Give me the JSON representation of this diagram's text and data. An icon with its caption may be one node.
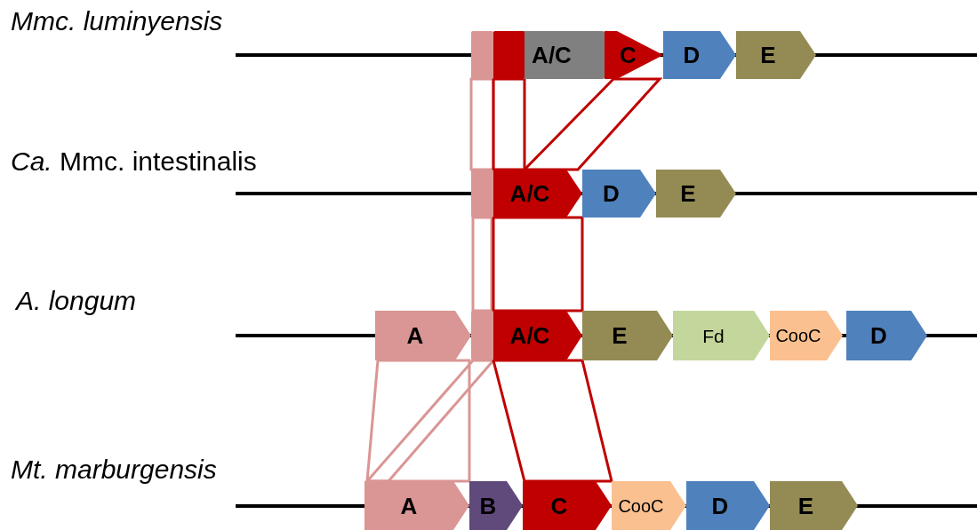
{
  "diagram": {
    "nodes": [
      {
        "text": [],
        "shape": "bar"
      },
      {
        "text": [
          "A/C"
        ]
      },
      {
        "text": [
          "C"
        ]
      },
      {
        "text": [
          "D"
        ]
      },
      {
        "text": [
          "E"
        ]
      },
      {
        "text": [],
        "shape": "bar"
      },
      {
        "text": [
          "A/C"
        ]
      },
      {
        "text": [
          "D"
        ]
      },
      {
        "text": [
          "E"
        ]
      },
      {
        "text": [
          "A"
        ]
      },
      {
        "text": [],
        "shape": "bar"
      },
      {
        "text": [
          "A/C"
        ]
      },
      {
        "text": [
          "E"
        ]
      },
      {
        "text": [
          "Fd"
        ]
      },
      {
        "text": [
          "CooC"
        ]
      },
      {
        "text": [
          "D"
        ]
      },
      {
        "text": [
          "A"
        ]
      },
      {
        "text": [
          "B"
        ]
      },
      {
        "text": [
          "C"
        ]
      },
      {
        "text": [
          "CooC"
        ]
      },
      {
        "text": [
          "D"
        ]
      },
      {
        "text": [
          "E"
        ]
      }
    ],
    "edges": [
      {
        "from": 0,
        "to": 5,
        "arrow": "none",
        "color": "#d99694"
      },
      {
        "from": 1,
        "to": 6,
        "arrow": "none",
        "color": "#c00000"
      },
      {
        "from": 2,
        "to": 6,
        "arrow": "none",
        "color": "#c00000"
      },
      {
        "from": 5,
        "to": 10,
        "arrow": "none",
        "color": "#d99694"
      },
      {
        "from": 6,
        "to": 11,
        "arrow": "none",
        "color": "#c00000"
      },
      {
        "from": 9,
        "to": 16,
        "arrow": "none",
        "color": "#d99694"
      },
      {
        "from": 10,
        "to": 16,
        "arrow": "none",
        "color": "#d99694"
      },
      {
        "from": 11,
        "to": 18,
        "arrow": "none",
        "color": "#c00000"
      }
    ],
    "labels": [
      "Mmc. luminyensis",
      "*Ca.* Mmc. intestinalis",
      "A. longum",
      "Mt. marburgensis"
    ]
  }
}
